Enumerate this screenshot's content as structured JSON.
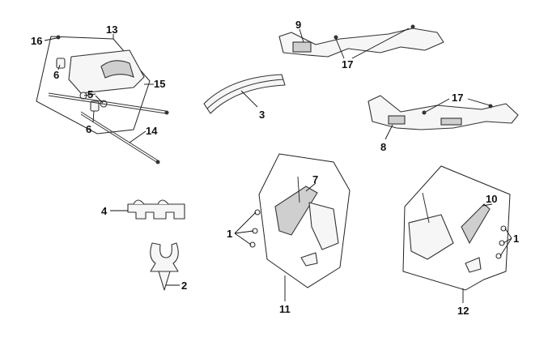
{
  "diagram": {
    "callouts": [
      {
        "id": "c16",
        "text": "16"
      },
      {
        "id": "c13",
        "text": "13"
      },
      {
        "id": "c6a",
        "text": "6"
      },
      {
        "id": "c5",
        "text": "5"
      },
      {
        "id": "c6b",
        "text": "6"
      },
      {
        "id": "c15",
        "text": "15"
      },
      {
        "id": "c14",
        "text": "14"
      },
      {
        "id": "c9",
        "text": "9"
      },
      {
        "id": "c17a",
        "text": "17"
      },
      {
        "id": "c3",
        "text": "3"
      },
      {
        "id": "c17b",
        "text": "17"
      },
      {
        "id": "c8",
        "text": "8"
      },
      {
        "id": "c4",
        "text": "4"
      },
      {
        "id": "c7",
        "text": "7"
      },
      {
        "id": "c1a",
        "text": "1"
      },
      {
        "id": "c2",
        "text": "2"
      },
      {
        "id": "c11",
        "text": "11"
      },
      {
        "id": "c10",
        "text": "10"
      },
      {
        "id": "c1b",
        "text": "1"
      },
      {
        "id": "c12",
        "text": "12"
      }
    ]
  }
}
